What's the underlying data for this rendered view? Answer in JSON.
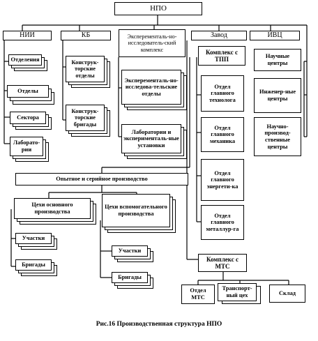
{
  "root": "НПО",
  "level1": {
    "nii": "НИИ",
    "kb": "КБ",
    "exp_complex": "Эксперементаль-но-исследователь-ский комплекс",
    "zavod": "Завод",
    "ivc": "ИВЦ"
  },
  "nii": {
    "otdeleniya": "Отделения",
    "otdely": "Отделы",
    "sektora": "Сектора",
    "laboratorii": "Лаборато-рии"
  },
  "kb": {
    "konstr_otdely": "Конструк-торские отделы",
    "konstr_brigady": "Конструк-торские бригады"
  },
  "exp": {
    "otdely": "Эксперементаль-но-исследова-тельские отделы",
    "laboratorii": "Лаборатории и эксперименталь-ные установки"
  },
  "zavod": {
    "kompleks_tpp": "Комплекс с ТПП",
    "tehnolog": "Отдел главного технолога",
    "mehanik": "Отдел главного механика",
    "energetik": "Отдел главного энергети-ка",
    "metallurg": "Отдел главного металлур-га",
    "kompleks_mts": "Комплекс с МТС",
    "otdel_mts": "Отдел МТС",
    "transport": "Транспорт-ный цех",
    "sklad": "Склад"
  },
  "ivc": {
    "nauchnye": "Научные центры",
    "inzhenernye": "Инженер-ные центры",
    "nauchno_proizv": "Научно-производ-ственные центры"
  },
  "production": {
    "title": "Опытное и серийное производство",
    "osnovnoe": "Цехи основного производства",
    "vspomogatelnoe": "Цехи вспомогательного производства",
    "uchastki_1": "Участки",
    "brigady_1": "Бригады",
    "uchastki_2": "Участки",
    "brigady_2": "Бригады"
  },
  "caption": "Рис.16  Производственная структура НПО"
}
